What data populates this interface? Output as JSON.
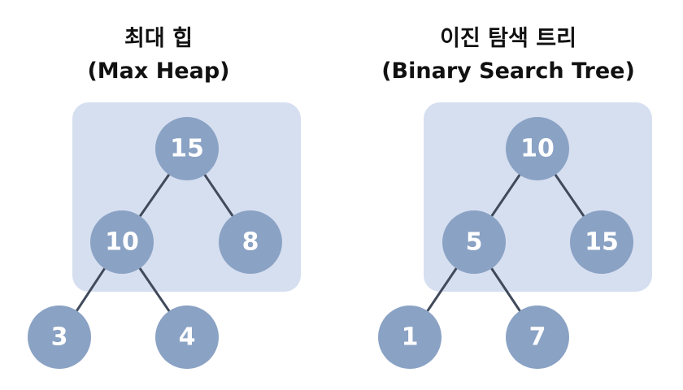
{
  "colors": {
    "highlight": "#d6dff0",
    "node": "#8aa2c4",
    "edge": "#404a5a",
    "label": "#ffffff",
    "title": "#111111"
  },
  "heap": {
    "title_line1": "최대 힙",
    "title_line2": "(Max Heap)",
    "nodes": [
      {
        "id": "h15",
        "label": "15"
      },
      {
        "id": "h10",
        "label": "10"
      },
      {
        "id": "h8",
        "label": "8"
      },
      {
        "id": "h3",
        "label": "3"
      },
      {
        "id": "h4",
        "label": "4"
      }
    ],
    "edges": [
      [
        "h15",
        "h10"
      ],
      [
        "h15",
        "h8"
      ],
      [
        "h10",
        "h3"
      ],
      [
        "h10",
        "h4"
      ]
    ]
  },
  "bst": {
    "title_line1": "이진 탐색 트리",
    "title_line2": "(Binary Search Tree)",
    "nodes": [
      {
        "id": "b10",
        "label": "10"
      },
      {
        "id": "b5",
        "label": "5"
      },
      {
        "id": "b15",
        "label": "15"
      },
      {
        "id": "b1",
        "label": "1"
      },
      {
        "id": "b7",
        "label": "7"
      }
    ],
    "edges": [
      [
        "b10",
        "b5"
      ],
      [
        "b10",
        "b15"
      ],
      [
        "b5",
        "b1"
      ],
      [
        "b5",
        "b7"
      ]
    ]
  }
}
